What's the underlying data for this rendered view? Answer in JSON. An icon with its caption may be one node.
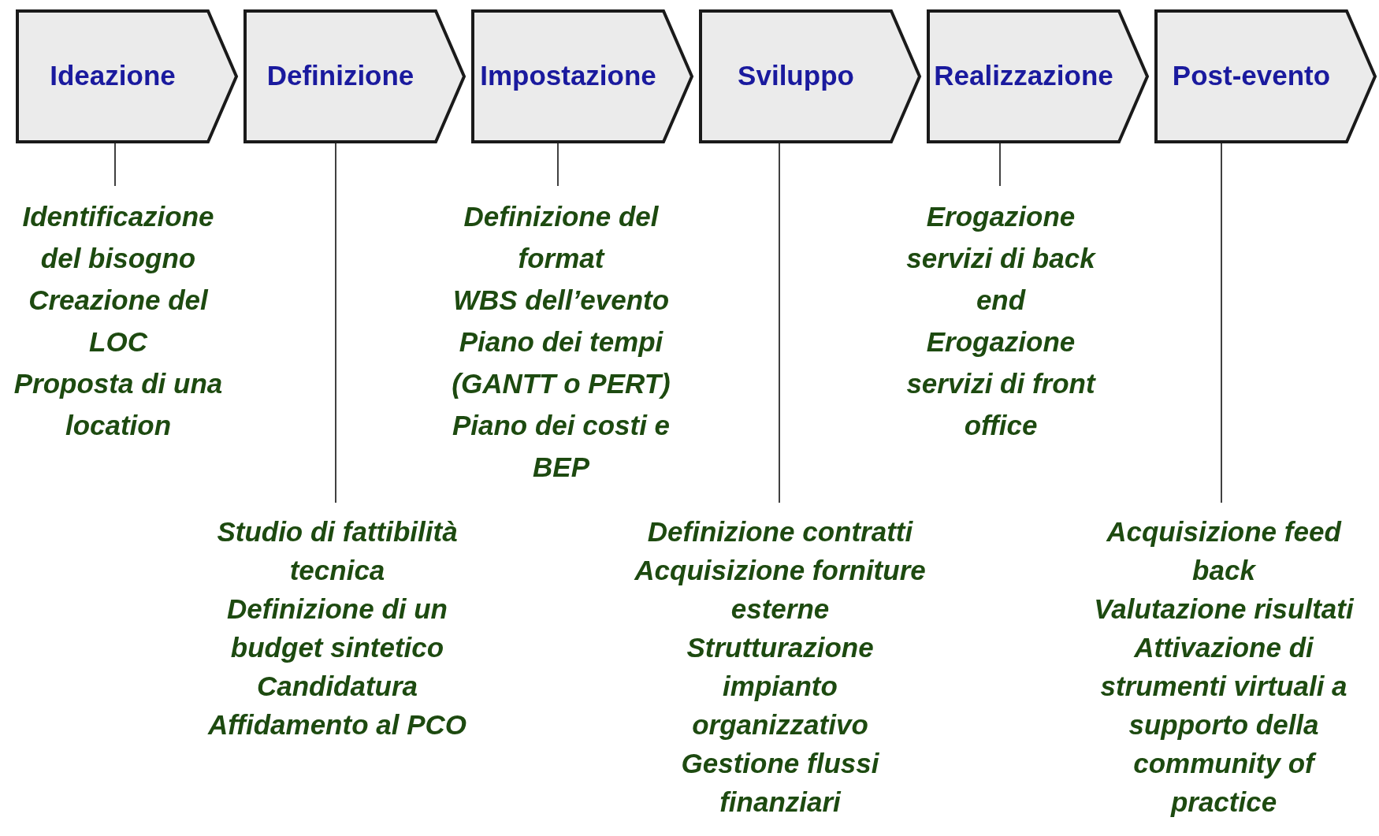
{
  "diagram": {
    "nodes": [
      {
        "text": [
          "Ideazione"
        ]
      },
      {
        "text": [
          "Definizione"
        ]
      },
      {
        "text": [
          "Impostazione"
        ]
      },
      {
        "text": [
          "Sviluppo"
        ]
      },
      {
        "text": [
          "Realizzazione"
        ]
      },
      {
        "text": [
          "Post-evento"
        ]
      },
      {
        "text": [
          "Identificazione del bisogno",
          "Creazione del LOC",
          "Proposta di una location"
        ]
      },
      {
        "text": [
          "Studio di fattibilità tecnica",
          "Definizione di un budget sintetico",
          "Candidatura",
          "Affidamento al PCO"
        ]
      },
      {
        "text": [
          "Definizione del format",
          "WBS dell’evento",
          "Piano dei tempi (GANTT o PERT)",
          "Piano dei costi e BEP"
        ]
      },
      {
        "text": [
          "Definizione contratti",
          "Acquisizione forniture esterne",
          "Strutturazione impianto organizzativo",
          "Gestione flussi finanziari"
        ]
      },
      {
        "text": [
          "Erogazione servizi di back end",
          "Erogazione servizi di front office"
        ]
      },
      {
        "text": [
          "Acquisizione feed back",
          "Valutazione risultati",
          "Attivazione di strumenti virtuali a supporto della community of practice"
        ]
      }
    ],
    "edges": [
      {
        "from": 0,
        "to": 6,
        "arrow": "none"
      },
      {
        "from": 1,
        "to": 7,
        "arrow": "none"
      },
      {
        "from": 2,
        "to": 8,
        "arrow": "none"
      },
      {
        "from": 3,
        "to": 9,
        "arrow": "none"
      },
      {
        "from": 4,
        "to": 10,
        "arrow": "none"
      },
      {
        "from": 5,
        "to": 11,
        "arrow": "none"
      }
    ]
  }
}
